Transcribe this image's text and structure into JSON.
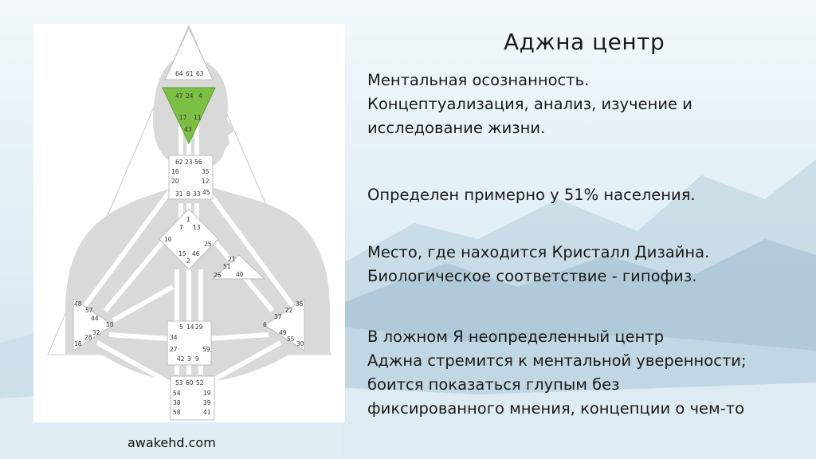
{
  "slide": {
    "title": "Аджна центр",
    "paragraphs": [
      [
        "Ментальная осознанность.",
        "Концептуализация, анализ, изучение и",
        "исследование жизни."
      ],
      [
        "Определен примерно у 51% населения."
      ],
      [
        "Место, где находится Кристалл Дизайна.",
        "Биологическое соответствие - гипофиз."
      ],
      [
        "В ложном Я неопределенный центр",
        "Аджна стремится к ментальной уверенности;",
        "боится показаться глупым без",
        "фиксированного мнения, концепции о чем-то"
      ]
    ],
    "source": "awakehd.com"
  },
  "colors": {
    "ajna_fill": "#7cc043",
    "silhouette": "#d9d9d9",
    "sky_top": "#dfeef7",
    "sky_bottom": "#eaf3f8"
  },
  "chart": {
    "head_gates": [
      "64",
      "61",
      "63"
    ],
    "ajna_gates": [
      "47",
      "24",
      "4",
      "17",
      "11",
      "43"
    ],
    "throat_gates": [
      "62",
      "23",
      "56",
      "16",
      "35",
      "20",
      "12",
      "31",
      "8",
      "33",
      "45"
    ],
    "g_gates": [
      "1",
      "7",
      "13",
      "10",
      "25",
      "15",
      "46",
      "2"
    ],
    "ego_gates": [
      "21",
      "26",
      "51",
      "40"
    ],
    "spleen_gates": [
      "48",
      "57",
      "44",
      "50",
      "32",
      "28",
      "18"
    ],
    "solar_gates": [
      "36",
      "22",
      "37",
      "6",
      "49",
      "55",
      "30"
    ],
    "sacral_gates": [
      "5",
      "14",
      "29",
      "34",
      "27",
      "59",
      "42",
      "3",
      "9"
    ],
    "root_gates": [
      "53",
      "60",
      "52",
      "54",
      "19",
      "38",
      "39",
      "58",
      "41"
    ]
  }
}
